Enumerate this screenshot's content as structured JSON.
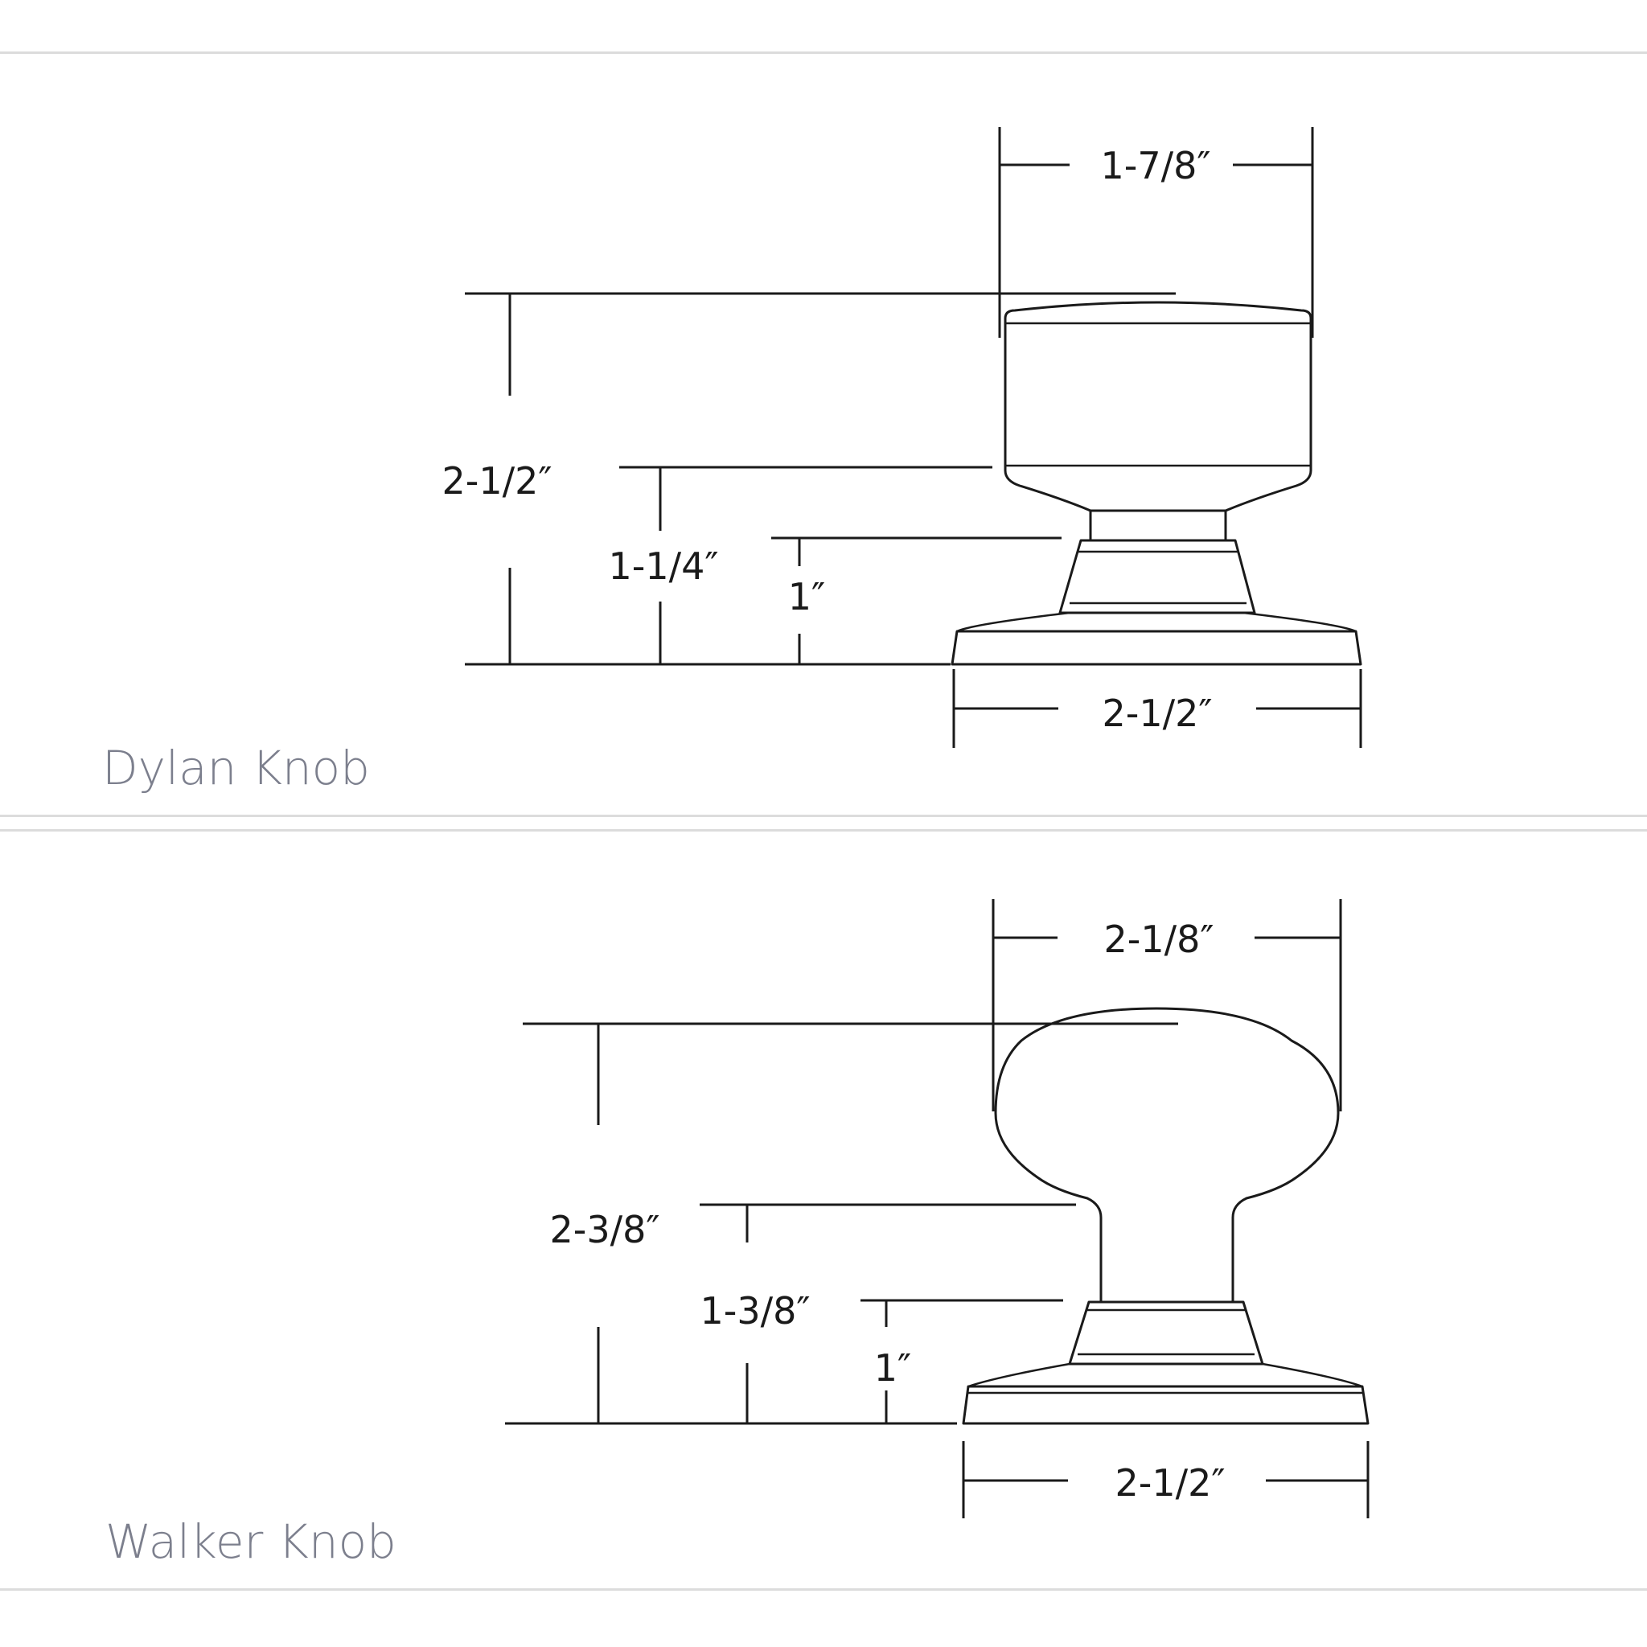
{
  "panels": [
    {
      "title": "Dylan Knob",
      "dims": {
        "head_width": "1-7/8″",
        "overall_height": "2-1/2″",
        "neck_height": "1-1/4″",
        "rose_height": "1″",
        "rose_width": "2-1/2″"
      }
    },
    {
      "title": "Walker Knob",
      "dims": {
        "head_width": "2-1/8″",
        "overall_height": "2-3/8″",
        "neck_height": "1-3/8″",
        "rose_height": "1″",
        "rose_width": "2-1/2″"
      }
    }
  ]
}
